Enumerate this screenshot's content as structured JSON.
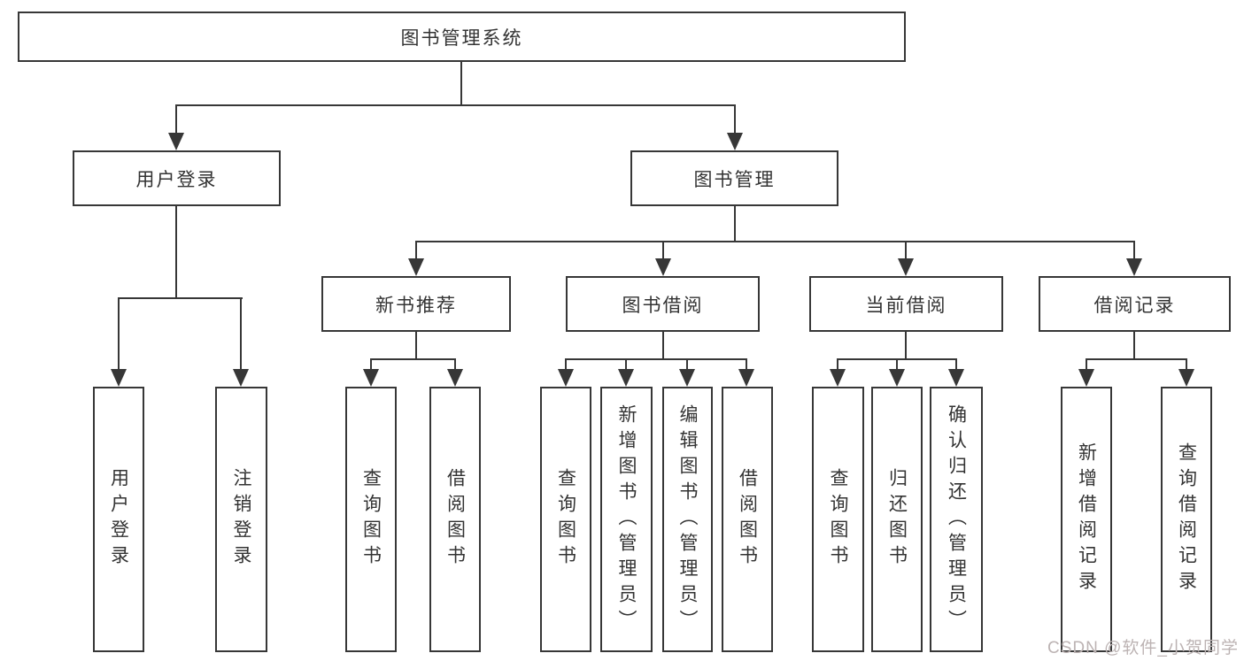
{
  "diagram": {
    "type": "hierarchy-tree",
    "title": "图书管理系统",
    "colors": {
      "background": "#ffffff",
      "line": "#373737",
      "box_border": "#373737",
      "text": "#333333",
      "watermark": "#bcb3b3"
    },
    "tree": {
      "label": "图书管理系统",
      "children": [
        {
          "label": "用户登录",
          "children": [
            {
              "label": "用户登录"
            },
            {
              "label": "注销登录"
            }
          ]
        },
        {
          "label": "图书管理",
          "children": [
            {
              "label": "新书推荐",
              "children": [
                {
                  "label": "查询图书"
                },
                {
                  "label": "借阅图书"
                }
              ]
            },
            {
              "label": "图书借阅",
              "children": [
                {
                  "label": "查询图书"
                },
                {
                  "label": "新增图书（管理员）"
                },
                {
                  "label": "编辑图书（管理员）"
                },
                {
                  "label": "借阅图书"
                }
              ]
            },
            {
              "label": "当前借阅",
              "children": [
                {
                  "label": "查询图书"
                },
                {
                  "label": "归还图书"
                },
                {
                  "label": "确认归还（管理员）"
                }
              ]
            },
            {
              "label": "借阅记录",
              "children": [
                {
                  "label": "新增借阅记录"
                },
                {
                  "label": "查询借阅记录"
                }
              ]
            }
          ]
        }
      ]
    }
  },
  "watermark": {
    "text": "CSDN @软件_小贺同学"
  }
}
